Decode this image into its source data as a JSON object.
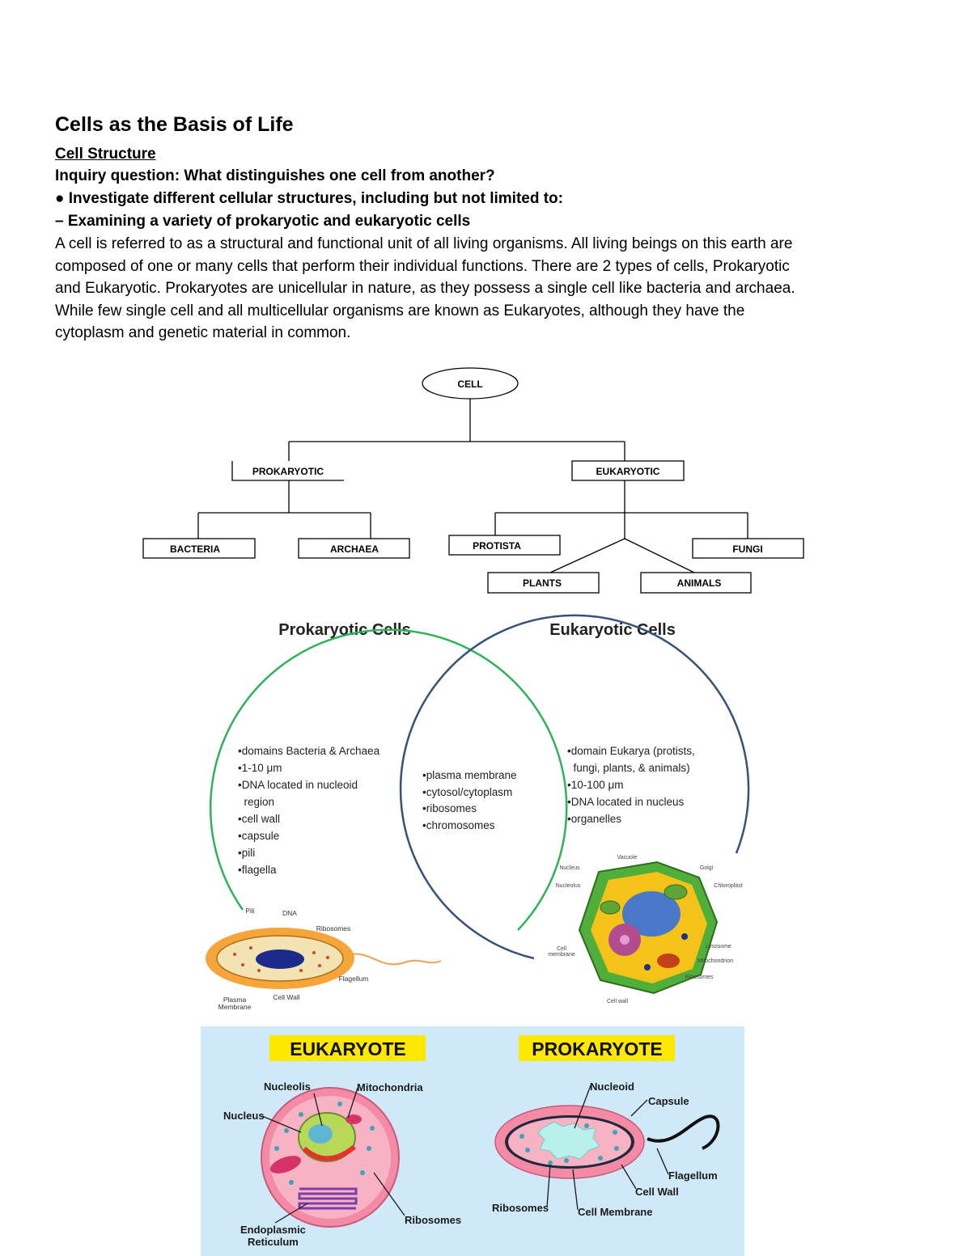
{
  "document": {
    "title": "Cells as the Basis of Life",
    "subheading": "Cell Structure",
    "inquiry": "Inquiry question: What distinguishes one cell from another?",
    "bullet": "● Investigate different cellular structures, including but not limited to:",
    "dash": "– Examining a variety of prokaryotic and eukaryotic cells",
    "paragraph_lines": [
      "A cell is referred to as a structural and functional unit of all living organisms. All living beings on this earth are",
      "composed of one or many cells that perform their individual functions. There are 2 types of cells, Prokaryotic",
      "and Eukaryotic. Prokaryotes are unicellular in nature, as they possess a single cell like bacteria and archaea.",
      "While few single cell and all multicellular organisms are known as Eukaryotes, although they have the",
      "cytoplasm and genetic material in common."
    ]
  },
  "tree": {
    "root": "CELL",
    "prokaryotic": "PROKARYOTIC",
    "eukaryotic": "EUKARYOTIC",
    "bacteria": "BACTERIA",
    "archaea": "ARCHAEA",
    "protista": "PROTISTA",
    "fungi": "FUNGI",
    "plants": "PLANTS",
    "animals": "ANIMALS"
  },
  "venn": {
    "left_title": "Prokaryotic Cells",
    "right_title": "Eukaryotic Cells",
    "left_items": [
      "•domains Bacteria & Archaea",
      "•1-10 μm",
      "•DNA located in nucleoid",
      "  region",
      "•cell wall",
      "•capsule",
      "•pili",
      "•flagella"
    ],
    "middle_items": [
      "•plasma membrane",
      "•cytosol/cytoplasm",
      "•ribosomes",
      "•chromosomes"
    ],
    "right_items": [
      "•domain Eukarya (protists,",
      "  fungi, plants, & animals)",
      "•10-100 μm",
      "•DNA located in nucleus",
      "•organelles"
    ],
    "prok_labels": {
      "pili": "Pili",
      "dna": "DNA",
      "ribosomes": "Ribosomes",
      "flagellum": "Flagellum",
      "plasma": "Plasma",
      "membrane": "Membrane",
      "cell_wall": "Cell Wall"
    },
    "euk_labels": {
      "vacuole": "Vacuole",
      "golgi": "Golgi",
      "nucleus": "Nucleus",
      "nucleolus": "Nucleolus",
      "chloroplast": "Chloroplast",
      "cell_membrane_1": "Cell",
      "cell_membrane_2": "membrane",
      "lysosome": "Lysosome",
      "mitochondrion": "Mitochondrion",
      "ribosomes": "Ribosomes",
      "cell_wall": "Cell wall"
    }
  },
  "comparison": {
    "eukaryote_title": "EUKARYOTE",
    "prokaryote_title": "PROKARYOTE",
    "euk_labels": {
      "nucleolis": "Nucleolis",
      "mitochondria": "Mitochondria",
      "nucleus": "Nucleus",
      "er_1": "Endoplasmic",
      "er_2": "Reticulum",
      "ribosomes": "Ribosomes"
    },
    "prok_labels": {
      "nucleoid": "Nucleoid",
      "capsule": "Capsule",
      "flagellum": "Flagellum",
      "cell_wall": "Cell Wall",
      "cell_membrane": "Cell Membrane",
      "ribosomes": "Ribosomes"
    },
    "colors": {
      "background": "#cfe9f8",
      "title_bg": "#ffe800",
      "cell_pink": "#f48aa6",
      "cytoplasm_pink": "#f7b3c4",
      "nucleus_green": "#b7d957",
      "nucleolus_blue": "#5fb6d4",
      "ribosome_teal": "#3ba5b8"
    }
  }
}
